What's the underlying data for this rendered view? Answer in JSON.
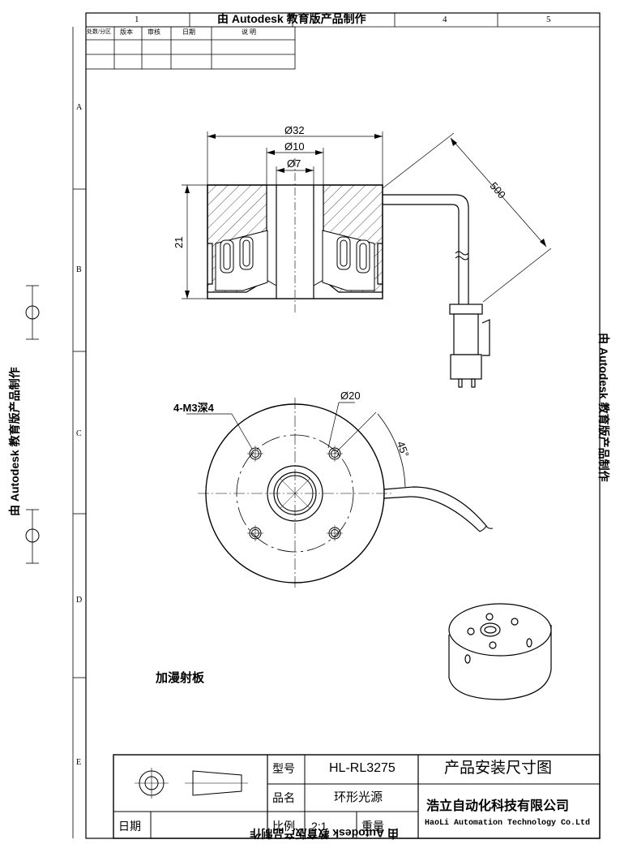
{
  "watermark": "由 Autodesk 教育版产品制作",
  "zone_cols": [
    "1",
    "4",
    "5"
  ],
  "zone_rows": [
    "A",
    "B",
    "C",
    "D",
    "E"
  ],
  "revision_table": {
    "headers": [
      "处数/分区",
      "版本",
      "审核",
      "日期",
      "说 明"
    ]
  },
  "dimensions": {
    "dia32": "Ø32",
    "dia10": "Ø10",
    "dia7": "Ø7",
    "height21": "21",
    "cable500": "500",
    "dia20": "Ø20",
    "holes": "4-M3深4",
    "angle45": "45°"
  },
  "note": "加漫射板",
  "title_block": {
    "model_label": "型号",
    "model_value": "HL-RL3275",
    "name_label": "品名",
    "name_value": "环形光源",
    "scale_label": "比例",
    "scale_value": "2:1",
    "weight_label": "重量",
    "date_label": "日期",
    "drawing_title": "产品安装尺寸图",
    "company_cn": "浩立自动化科技有限公司",
    "company_en": "HaoLi Automation Technology Co.Ltd"
  }
}
